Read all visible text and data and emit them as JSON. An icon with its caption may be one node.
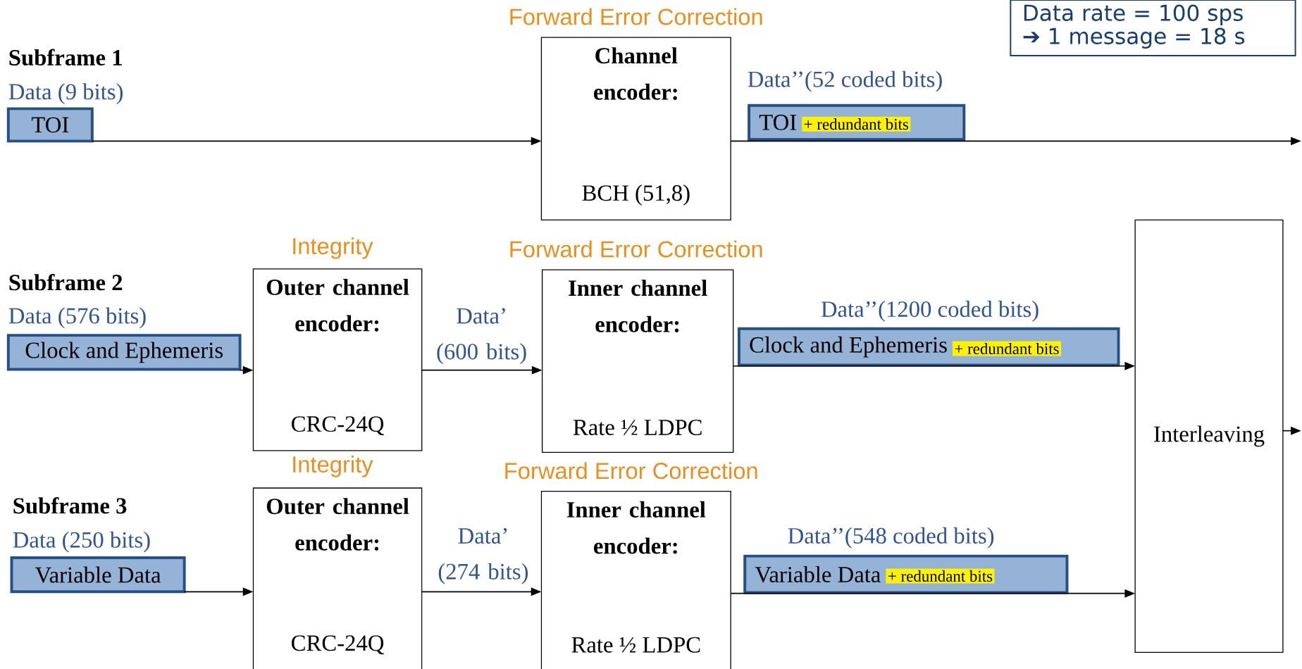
{
  "diagram": {
    "nodes": [
      {
        "text": [
          "Data (9 bits)",
          "TOI"
        ]
      },
      {
        "text": [
          "Forward Error Correction",
          "Channel encoder:",
          "BCH (51,8)"
        ]
      },
      {
        "text": [
          "Data’’(52 coded bits)",
          "TOI",
          "+ redundant bits"
        ]
      },
      {
        "text": [
          "Data (576 bits)",
          "Clock and Ephemeris"
        ]
      },
      {
        "text": [
          "Integrity",
          "Outer channel encoder:",
          "CRC-24Q"
        ]
      },
      {
        "text": [
          "Forward Error Correction",
          "Inner channel encoder:",
          "Rate ½ LDPC"
        ]
      },
      {
        "text": [
          "Data’’(1200 coded bits)",
          "Clock and Ephemeris",
          "+ redundant bits"
        ]
      },
      {
        "text": [
          "Data (250 bits)",
          "Variable Data"
        ]
      },
      {
        "text": [
          "Integrity",
          "Outer channel encoder:",
          "CRC-24Q"
        ]
      },
      {
        "text": [
          "Forward Error Correction",
          "Inner channel encoder:",
          "Rate ½ LDPC"
        ]
      },
      {
        "text": [
          "Data’’(548 coded bits)",
          "Variable Data",
          "+ redundant bits"
        ]
      },
      {
        "text": [
          "Interleaving"
        ]
      },
      {
        "text": [
          "Data rate = 100 sps",
          "➔ 1 message = 18 s"
        ]
      }
    ],
    "edges": [
      {
        "from": 0,
        "to": 1,
        "arrow": "to"
      },
      {
        "from": 1,
        "to": null,
        "arrow": "to"
      },
      {
        "from": 3,
        "to": 4,
        "arrow": "to"
      },
      {
        "from": 4,
        "to": 5,
        "arrow": "to",
        "label": "Data’ (600 bits)"
      },
      {
        "from": 5,
        "to": 11,
        "arrow": "to"
      },
      {
        "from": 7,
        "to": 8,
        "arrow": "to"
      },
      {
        "from": 8,
        "to": 9,
        "arrow": "to",
        "label": "Data’ (274 bits)"
      },
      {
        "from": 9,
        "to": 11,
        "arrow": "to"
      },
      {
        "from": 11,
        "to": null,
        "arrow": "to"
      }
    ],
    "labels": [
      "Subframe 1",
      "Subframe 2",
      "Subframe 3"
    ]
  }
}
